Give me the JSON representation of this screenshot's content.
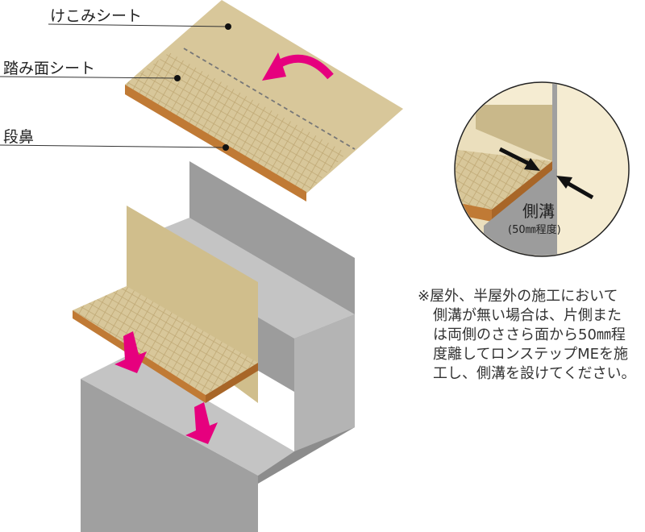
{
  "labels": {
    "riser_sheet": "けこみシート",
    "tread_sheet": "踏み面シート",
    "nosing": "段鼻"
  },
  "inset": {
    "title": "側溝",
    "subtitle": "(50㎜程度)"
  },
  "note": {
    "lines": [
      "※屋外、半屋外の施工において",
      "側溝が無い場合は、片側また",
      "は両側のささら面から50㎜程",
      "度離してロンステップMEを施",
      "工し、側溝を設けてください。"
    ]
  },
  "colors": {
    "sheet": "#d8c79a",
    "nosing": "#c07a35",
    "concrete": "#a8a8a8",
    "arrow": "#e6007e"
  }
}
